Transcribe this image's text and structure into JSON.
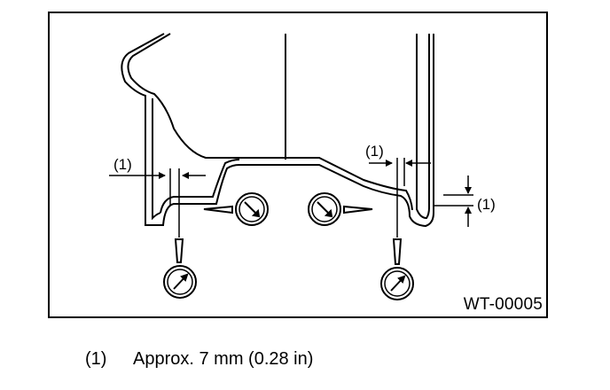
{
  "figure": {
    "code": "WT-00005",
    "callout_label": "(1)"
  },
  "caption": {
    "marker": "(1)",
    "text": "Approx. 7 mm (0.28 in)"
  },
  "icons": {
    "dial_gauge": "dial-gauge-icon",
    "dimension_arrow": "dimension-arrow-icon"
  },
  "colors": {
    "ink": "#000000",
    "paper": "#ffffff"
  }
}
